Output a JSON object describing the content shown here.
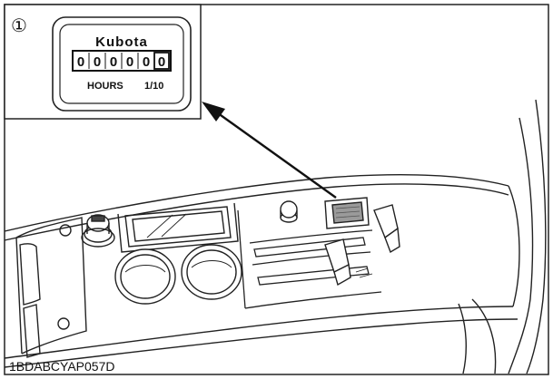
{
  "callout": {
    "number": "①",
    "brand": "Kubota",
    "digits": [
      "0",
      "0",
      "0",
      "0",
      "0",
      "0"
    ],
    "units_label": "HOURS",
    "fraction_label": "1/10"
  },
  "figure_code": "1BDABCYAP057D"
}
